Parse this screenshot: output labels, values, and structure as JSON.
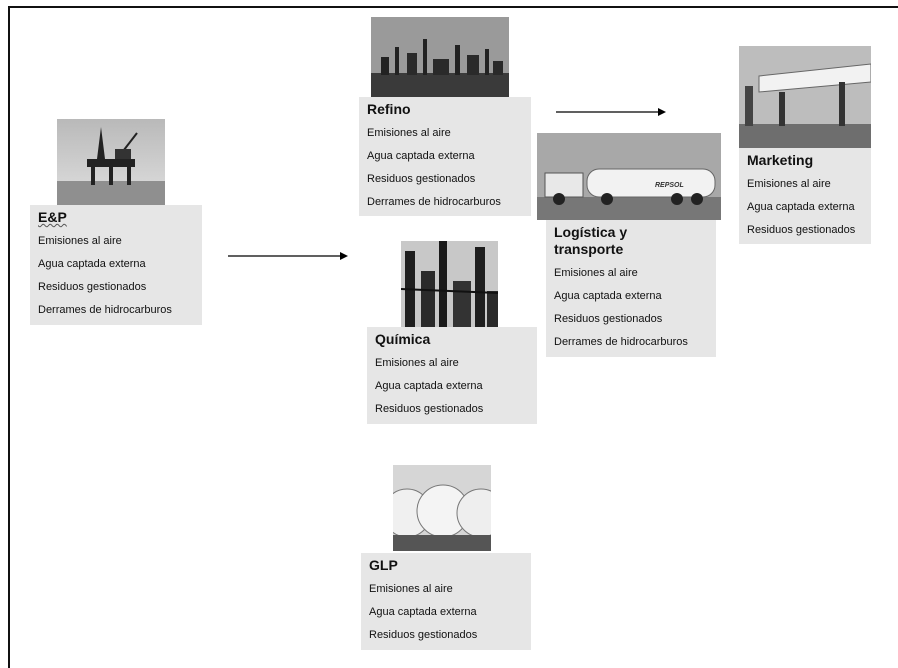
{
  "colors": {
    "card_bg": "#e6e6e6",
    "arrow": "#000000",
    "frame": "#111111"
  },
  "segments": {
    "ep": {
      "title": "E&P",
      "image": "offshore-oil-platform-photo",
      "items": [
        "Emisiones al aire",
        "Agua captada externa",
        "Residuos gestionados",
        "Derrames de hidrocarburos"
      ]
    },
    "refino": {
      "title": "Refino",
      "image": "refinery-photo",
      "items": [
        "Emisiones al aire",
        "Agua captada externa",
        "Residuos gestionados",
        "Derrames de hidrocarburos"
      ]
    },
    "quimica": {
      "title": "Química",
      "image": "chemical-plant-photo",
      "items": [
        "Emisiones al aire",
        "Agua captada externa",
        "Residuos gestionados"
      ]
    },
    "glp": {
      "title": "GLP",
      "image": "gas-storage-spheres-photo",
      "items": [
        "Emisiones al aire",
        "Agua captada externa",
        "Residuos gestionados"
      ]
    },
    "logistica": {
      "title": "Logística y transporte",
      "image": "tanker-truck-photo",
      "items": [
        "Emisiones al aire",
        "Agua captada externa",
        "Residuos gestionados",
        "Derrames de hidrocarburos"
      ]
    },
    "marketing": {
      "title": "Marketing",
      "image": "service-station-photo",
      "items": [
        "Emisiones al aire",
        "Agua captada externa",
        "Residuos gestionados"
      ]
    }
  },
  "truck_brand": "REPSOL"
}
